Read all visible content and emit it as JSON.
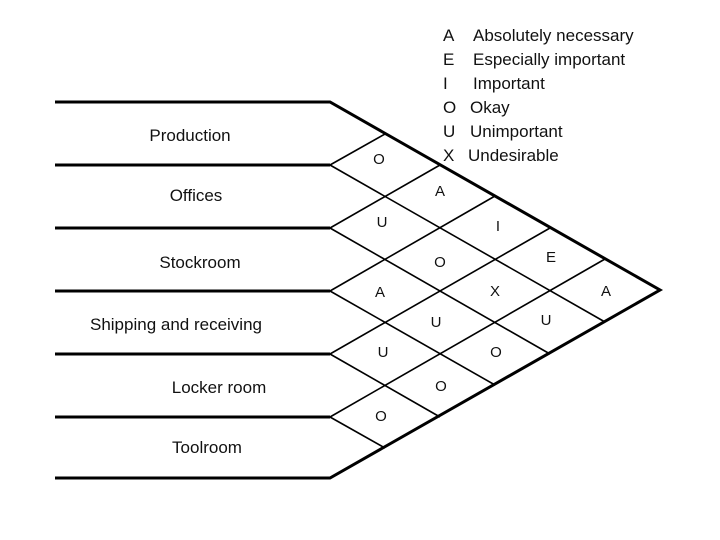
{
  "departments": [
    "Production",
    "Offices",
    "Stockroom",
    "Shipping and receiving",
    "Locker room",
    "Toolroom"
  ],
  "legend": [
    {
      "code": "A",
      "meaning": "Absolutely necessary"
    },
    {
      "code": "E",
      "meaning": "Especially important"
    },
    {
      "code": "I",
      "meaning": "Important"
    },
    {
      "code": "O",
      "meaning": "Okay"
    },
    {
      "code": "U",
      "meaning": "Unimportant"
    },
    {
      "code": "X",
      "meaning": "Undesirable"
    }
  ],
  "ratings": [
    {
      "pair": "Production-Offices",
      "code": "O"
    },
    {
      "pair": "Production-Stockroom",
      "code": "A"
    },
    {
      "pair": "Production-Shipping and receiving",
      "code": "I"
    },
    {
      "pair": "Production-Locker room",
      "code": "E"
    },
    {
      "pair": "Production-Toolroom",
      "code": "A"
    },
    {
      "pair": "Offices-Stockroom",
      "code": "U"
    },
    {
      "pair": "Offices-Shipping and receiving",
      "code": "O"
    },
    {
      "pair": "Offices-Locker room",
      "code": "X"
    },
    {
      "pair": "Offices-Toolroom",
      "code": "U"
    },
    {
      "pair": "Stockroom-Shipping and receiving",
      "code": "A"
    },
    {
      "pair": "Stockroom-Locker room",
      "code": "U"
    },
    {
      "pair": "Stockroom-Toolroom",
      "code": "O"
    },
    {
      "pair": "Shipping and receiving-Locker room",
      "code": "U"
    },
    {
      "pair": "Shipping and receiving-Toolroom",
      "code": "O"
    },
    {
      "pair": "Locker room-Toolroom",
      "code": "O"
    }
  ]
}
